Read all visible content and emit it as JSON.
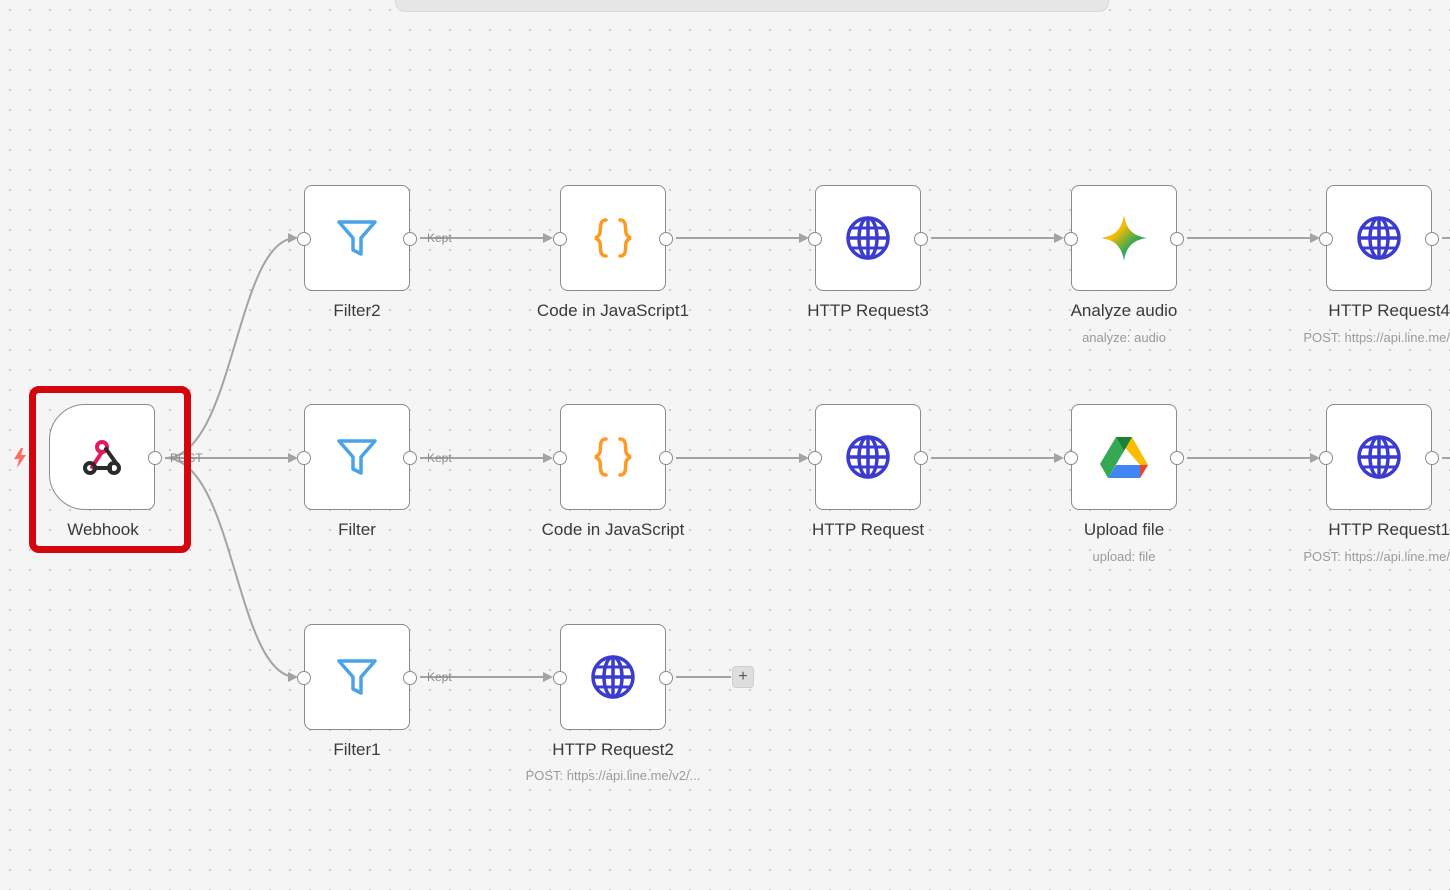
{
  "canvas": {
    "background": "#f5f5f5",
    "edge_color": "#a3a3a3",
    "highlight_color": "#d4060b"
  },
  "nodes": {
    "webhook": {
      "label": "Webhook",
      "icon": "webhook-icon"
    },
    "filter2": {
      "label": "Filter2",
      "icon": "filter-icon"
    },
    "filter": {
      "label": "Filter",
      "icon": "filter-icon"
    },
    "filter1": {
      "label": "Filter1",
      "icon": "filter-icon"
    },
    "code_js1": {
      "label": "Code in JavaScript1",
      "icon": "code-braces-icon"
    },
    "code_js": {
      "label": "Code in JavaScript",
      "icon": "code-braces-icon"
    },
    "http3": {
      "label": "HTTP Request3",
      "icon": "globe-icon"
    },
    "http": {
      "label": "HTTP Request",
      "icon": "globe-icon"
    },
    "http2": {
      "label": "HTTP Request2",
      "subtitle": "POST: https://api.line.me/v2/...",
      "icon": "globe-icon"
    },
    "analyze_audio": {
      "label": "Analyze audio",
      "subtitle": "analyze: audio",
      "icon": "gemini-sparkle-icon"
    },
    "upload_file": {
      "label": "Upload file",
      "subtitle": "upload: file",
      "icon": "google-drive-icon"
    },
    "http4": {
      "label": "HTTP Request4",
      "subtitle": "POST: https://api.line.me/",
      "icon": "globe-icon"
    },
    "http1": {
      "label": "HTTP Request1",
      "subtitle": "POST: https://api.line.me/",
      "icon": "globe-icon"
    }
  },
  "edge_labels": {
    "webhook_out": "POST",
    "filter2_out": "Kept",
    "filter_out": "Kept",
    "filter1_out": "Kept"
  },
  "add_button": "+"
}
